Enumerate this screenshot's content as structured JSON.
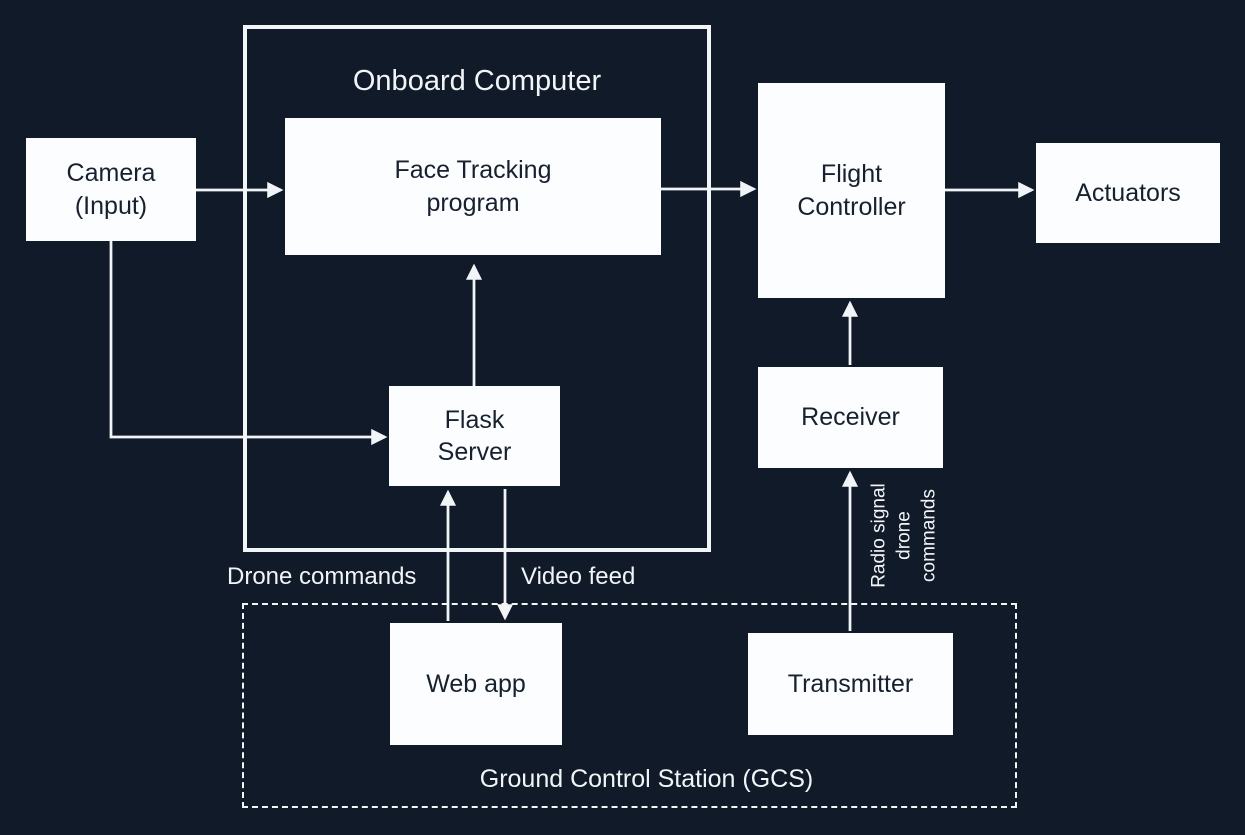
{
  "colors": {
    "background": "#101a28",
    "node_fill": "#fcfdfe",
    "node_text": "#16202e",
    "line": "#f2f5f8"
  },
  "containers": {
    "onboard_computer": {
      "label": "Onboard Computer"
    },
    "ground_control_station": {
      "label": "Ground Control Station (GCS)"
    }
  },
  "nodes": {
    "camera": {
      "label": "Camera\n(Input)"
    },
    "face_tracking": {
      "label": "Face Tracking\nprogram"
    },
    "flask_server": {
      "label": "Flask\nServer"
    },
    "flight_controller": {
      "label": "Flight\nController"
    },
    "actuators": {
      "label": "Actuators"
    },
    "receiver": {
      "label": "Receiver"
    },
    "web_app": {
      "label": "Web app"
    },
    "transmitter": {
      "label": "Transmitter"
    }
  },
  "edge_labels": {
    "drone_commands": "Drone commands",
    "video_feed": "Video feed",
    "radio_signal": "Radio signal\ndrone\ncommands"
  }
}
